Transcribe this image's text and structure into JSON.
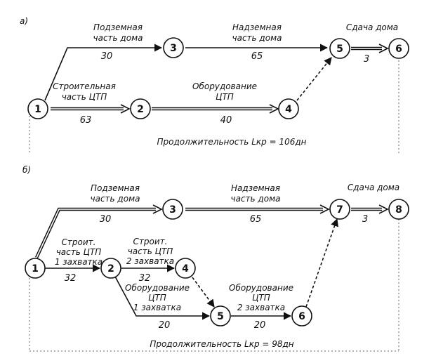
{
  "diagram_a": {
    "section_label": "а)",
    "nodes": [
      "1",
      "2",
      "3",
      "4",
      "5",
      "6"
    ],
    "edges": {
      "e13": {
        "label_line1": "Подземная",
        "label_line2": "часть дома",
        "duration": "30"
      },
      "e35": {
        "label_line1": "Надземная",
        "label_line2": "часть дома",
        "duration": "65"
      },
      "e56": {
        "label_line1": "Сдача дома",
        "duration": "3"
      },
      "e12": {
        "label_line1": "Строительная",
        "label_line2": "часть ЦТП",
        "duration": "63"
      },
      "e24": {
        "label_line1": "Оборудование",
        "label_line2": "ЦТП",
        "duration": "40"
      }
    },
    "duration_text": "Продолжительность Lкр = 106дн"
  },
  "diagram_b": {
    "section_label": "б)",
    "nodes": [
      "1",
      "2",
      "3",
      "4",
      "5",
      "6",
      "7",
      "8"
    ],
    "edges": {
      "e13": {
        "label_line1": "Подземная",
        "label_line2": "часть дома",
        "duration": "30"
      },
      "e37": {
        "label_line1": "Надземная",
        "label_line2": "часть дома",
        "duration": "65"
      },
      "e78": {
        "label_line1": "Сдача дома",
        "duration": "3"
      },
      "e12": {
        "label_line1": "Строит.",
        "label_line2": "часть ЦТП",
        "label_line3": "1 захватка",
        "duration": "32"
      },
      "e24": {
        "label_line1": "Строит.",
        "label_line2": "часть ЦТП",
        "label_line3": "2 захватка",
        "duration": "32"
      },
      "e25": {
        "label_line1": "Оборудование",
        "label_line2": "ЦТП",
        "label_line3": "1 захватка",
        "duration": "20"
      },
      "e56": {
        "label_line1": "Оборудование",
        "label_line2": "ЦТП",
        "label_line3": "2 захватка",
        "duration": "20"
      }
    },
    "duration_text": "Продолжительность Lкр = 98дн"
  }
}
